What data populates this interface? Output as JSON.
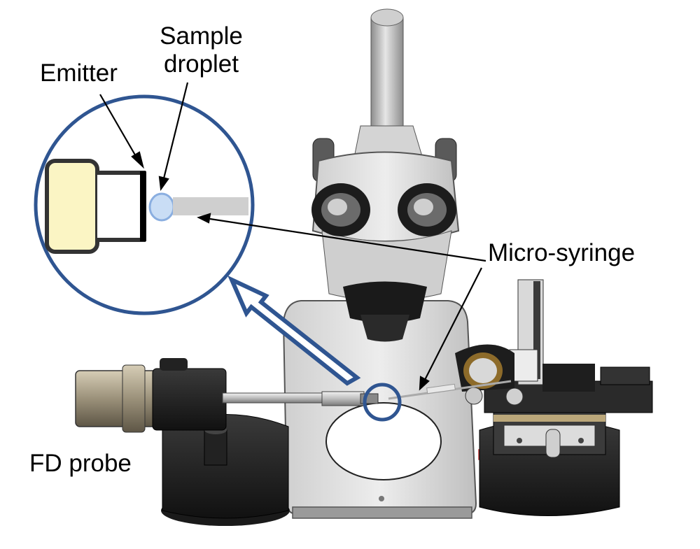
{
  "labels": {
    "emitter": "Emitter",
    "sample_line1": "Sample",
    "sample_line2": "droplet",
    "micro_syringe": "Micro-syringe",
    "fd_probe": "FD probe"
  },
  "colors": {
    "accent_blue": "#2f5591",
    "emitter_block": "#fbf5c4",
    "droplet": "#c9ddf5",
    "body_grey": "#d9d9d9",
    "dark_metal": "#2a2a2a"
  }
}
